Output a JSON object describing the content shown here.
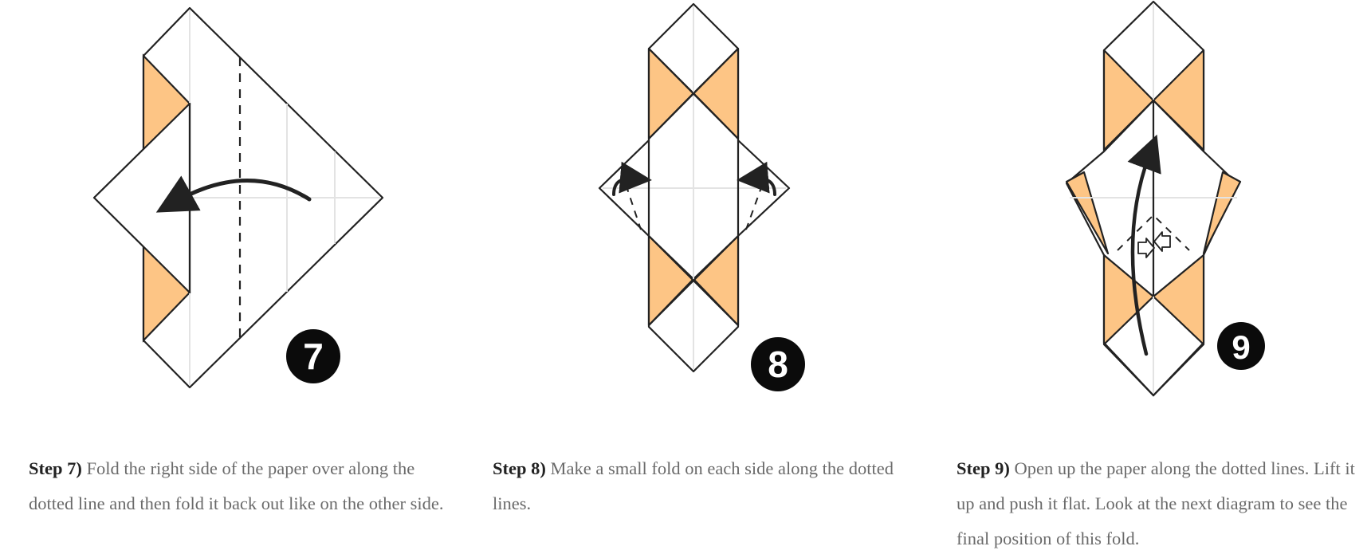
{
  "colors": {
    "paper_colored": "#fdc585",
    "paper_white": "#ffffff",
    "outline": "#222222",
    "crease": "#e3e3e3",
    "badge": "#0b0b0b",
    "text_body": "#6a6a6a",
    "text_label": "#222222"
  },
  "diagrams": [
    {
      "badge": "7"
    },
    {
      "badge": "8"
    },
    {
      "badge": "9"
    }
  ],
  "steps": [
    {
      "label": "Step 7)",
      "text": "Fold the right side of the paper over along the dotted line and then fold it back out like on the other side."
    },
    {
      "label": "Step 8)",
      "text": "Make a small fold on each side along the dotted lines."
    },
    {
      "label": "Step 9)",
      "text": "Open up the paper along the dotted lines. Lift it up and push it flat. Look at the next diagram to see the final position of this fold."
    }
  ]
}
